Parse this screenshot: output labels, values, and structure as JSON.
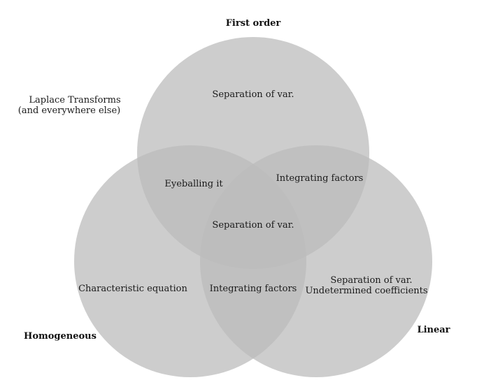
{
  "sets": {
    "first_order": "First order",
    "homogeneous": "Homogeneous",
    "linear": "Linear"
  },
  "outside_note": {
    "line1": "Laplace Transforms",
    "line2": "(and everywhere else)"
  },
  "regions": {
    "first_order_only": "Separation of var.",
    "first_order_and_homogeneous": "Eyeballing it",
    "first_order_and_linear": "Integrating factors",
    "all_three": "Separation of var.",
    "homogeneous_only": "Characteristic equation",
    "homogeneous_and_linear": "Integrating factors",
    "linear_only_line1": "Separation of var.",
    "linear_only_line2": "Undetermined coefficients"
  },
  "colors": {
    "circle_fill": "#bcbcbc",
    "overlap_fill": "#ffffff"
  }
}
